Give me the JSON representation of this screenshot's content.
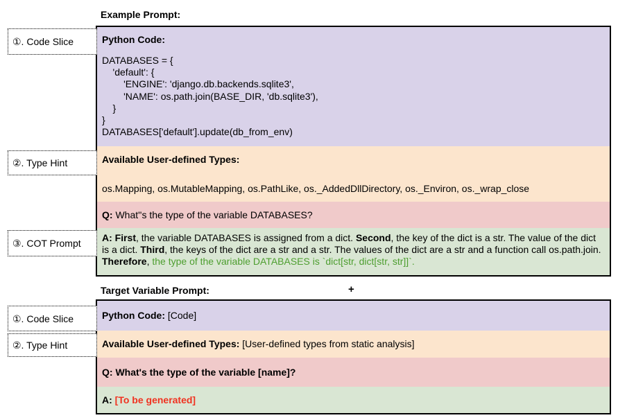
{
  "palette": {
    "code_slice_bg": "#d9d2e9",
    "type_hint_bg": "#fce5cd",
    "question_bg": "#f0caca",
    "answer_bg": "#d9e6d3",
    "conclusion_text": "#4d9e2f",
    "generated_text": "#f03220",
    "block_border": "#000000"
  },
  "labels": {
    "code_slice": "①. Code Slice",
    "type_hint": "②. Type Hint",
    "cot_prompt": "③. COT Prompt"
  },
  "example": {
    "title": "Example Prompt:",
    "code_slice": {
      "header": "Python Code:",
      "code": "DATABASES = {\n    'default': {\n        'ENGINE': 'django.db.backends.sqlite3',\n        'NAME': os.path.join(BASE_DIR, 'db.sqlite3'),\n    }\n}\nDATABASES['default'].update(db_from_env)"
    },
    "type_hint": {
      "header": "Available User-defined Types:",
      "types": "os.Mapping, os.MutableMapping, os.PathLike, os._AddedDllDirectory, os._Environ, os._wrap_close"
    },
    "question": {
      "label": "Q:",
      "text": " What''s the type of the variable DATABASES?"
    },
    "answer": {
      "b1": "A: First",
      "t1": ", the variable DATABASES is assigned from a dict. ",
      "b2": "Second",
      "t2": ", the key of the dict is a str. The value of the dict is a dict. ",
      "b3": "Third",
      "t3": ", the keys of the dict are a str and a str. The values of the dict are a str and a function call os.path.join. ",
      "b4": "Therefore",
      "t4": ", ",
      "conclusion": "the type of the variable DATABASES is `dict[str, dict[str, str]]`."
    }
  },
  "target": {
    "title": "Target Variable Prompt:",
    "plus": "+",
    "code_row": {
      "label": "Python Code:",
      "value": " [Code]"
    },
    "types_row": {
      "label": "Available User-defined Types:",
      "value": " [User-defined types from static analysis]"
    },
    "question_row": {
      "text": "Q: What's the type of the variable [name]?"
    },
    "answer_row": {
      "label": "A: ",
      "value": "[To be generated]"
    }
  }
}
